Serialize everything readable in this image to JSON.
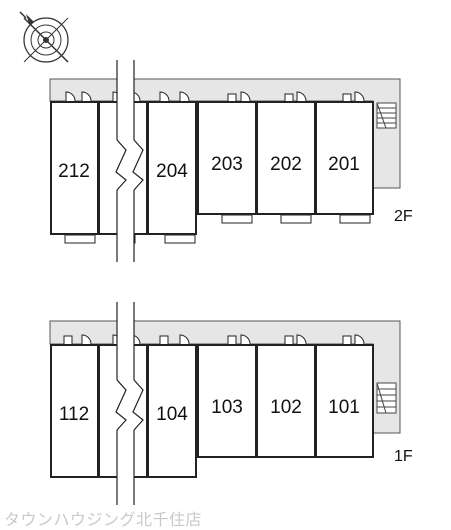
{
  "floors": [
    {
      "label": "2F",
      "units": [
        "212",
        "204",
        "203",
        "202",
        "201"
      ]
    },
    {
      "label": "1F",
      "units": [
        "112",
        "104",
        "103",
        "102",
        "101"
      ]
    }
  ],
  "company_watermark": "タウンハウジング北千住店",
  "icons": {
    "compass": "compass-rose-icon",
    "stairs": "stairs-icon"
  },
  "colors": {
    "corridor": "#e6e6e6",
    "walls": "#222222",
    "watermark": "#c9c9c9"
  }
}
